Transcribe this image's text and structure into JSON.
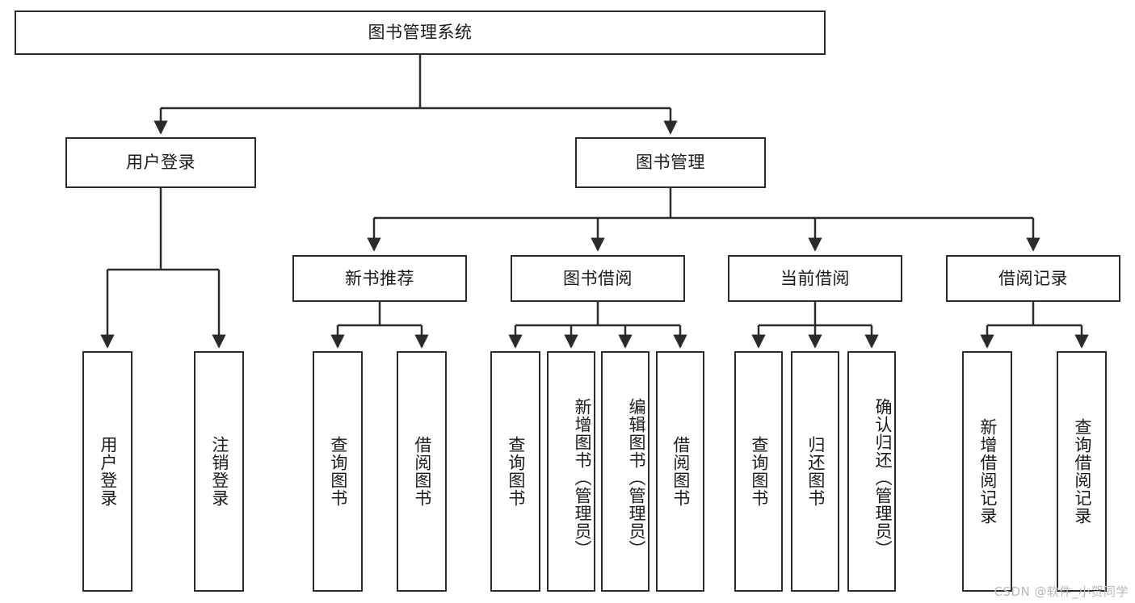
{
  "diagram": {
    "title": "图书管理系统",
    "type": "tree",
    "watermark": "CSDN @软件_小贺同学",
    "colors": {
      "stroke": "#2b2b2b",
      "fill": "#ffffff",
      "text": "#1a1a1a",
      "watermark": "#b9b9b9"
    },
    "nodes": {
      "root": {
        "label": "图书管理系统"
      },
      "level2": [
        {
          "label": "用户登录"
        },
        {
          "label": "图书管理"
        }
      ],
      "level3": [
        {
          "label": "新书推荐"
        },
        {
          "label": "图书借阅"
        },
        {
          "label": "当前借阅"
        },
        {
          "label": "借阅记录"
        }
      ],
      "leaves_user_login": [
        {
          "label": "用户登录"
        },
        {
          "label": "注销登录"
        }
      ],
      "leaves_new_book": [
        {
          "label": "查询图书"
        },
        {
          "label": "借阅图书"
        }
      ],
      "leaves_borrow": [
        {
          "label": "查询图书"
        },
        {
          "label": "新增图书（管理员）"
        },
        {
          "label": "编辑图书（管理员）"
        },
        {
          "label": "借阅图书"
        }
      ],
      "leaves_current": [
        {
          "label": "查询图书"
        },
        {
          "label": "归还图书"
        },
        {
          "label": "确认归还（管理员）"
        }
      ],
      "leaves_record": [
        {
          "label": "新增借阅记录"
        },
        {
          "label": "查询借阅记录"
        }
      ]
    }
  }
}
